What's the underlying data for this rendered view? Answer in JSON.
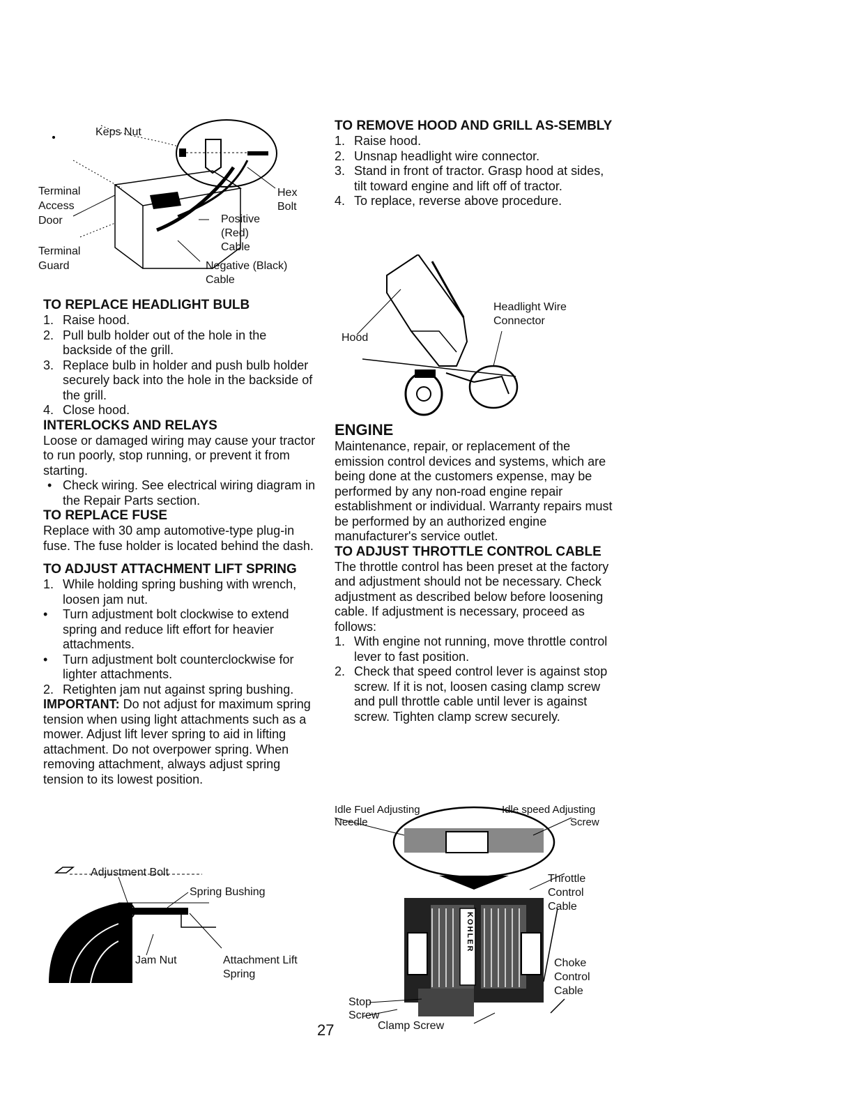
{
  "battery_figure": {
    "keps_nut": "Keps Nut",
    "terminal_access_door": [
      "Terminal",
      "Access",
      "Door"
    ],
    "terminal_guard": [
      "Terminal",
      "Guard"
    ],
    "hex_bolt": [
      "Hex",
      "Bolt"
    ],
    "positive_cable": [
      "Positive",
      "(Red)",
      "Cable"
    ],
    "negative_cable": [
      "Negative (Black)",
      "Cable"
    ]
  },
  "headlight": {
    "heading": "TO REPLACE HEADLIGHT BULB",
    "steps": [
      {
        "n": "1.",
        "text": "Raise hood."
      },
      {
        "n": "2.",
        "text": "Pull bulb holder out of the hole in the backside of the grill."
      },
      {
        "n": "3.",
        "text": "Replace bulb in holder and push bulb holder securely back into the hole in the backside of the grill."
      },
      {
        "n": "4.",
        "text": "Close hood."
      }
    ]
  },
  "interlocks": {
    "heading": "INTERLOCKS AND RELAYS",
    "body": "Loose or damaged wiring may cause your tractor to run poorly, stop running, or prevent it from starting.",
    "bullet": "Check wiring. See electrical wiring diagram in the Repair Parts section."
  },
  "fuse": {
    "heading": "TO REPLACE FUSE",
    "body": "Replace with 30 amp automotive-type plug-in fuse. The fuse holder is located behind the dash."
  },
  "lift_spring": {
    "heading": "TO ADJUST ATTACHMENT LIFT SPRING",
    "step1": "While holding spring bushing with wrench, loosen jam nut.",
    "bullet1": "Turn adjustment bolt clockwise to extend spring and reduce lift effort for heavier attachments.",
    "bullet2": "Turn adjustment bolt counterclockwise for lighter attachments.",
    "step2": "Retighten jam nut against spring bushing.",
    "important_label": "IMPORTANT:",
    "important_text": " Do not adjust for maximum spring tension when using light attachments such as a mower. Adjust lift lever spring to aid in lifting attachment. Do not overpower spring. When removing attachment, always adjust spring tension to its lowest position."
  },
  "spring_figure": {
    "adjustment_bolt": "Adjustment Bolt",
    "spring_bushing": "Spring Bushing",
    "jam_nut": "Jam Nut",
    "attachment_lift_spring": [
      "Attachment Lift",
      "Spring"
    ]
  },
  "hood": {
    "heading": "TO REMOVE HOOD AND GRILL AS-SEMBLY",
    "steps": [
      {
        "n": "1.",
        "text": "Raise hood."
      },
      {
        "n": "2.",
        "text": "Unsnap headlight wire connector."
      },
      {
        "n": "3.",
        "text": "Stand in front of tractor. Grasp hood at sides, tilt toward engine and lift off of tractor."
      },
      {
        "n": "4.",
        "text": "To replace, reverse above procedure."
      }
    ]
  },
  "hood_figure": {
    "hood": "Hood",
    "headlight_wire_connector": [
      "Headlight Wire",
      "Connector"
    ]
  },
  "engine": {
    "heading": "ENGINE",
    "body": "Maintenance, repair, or replacement of the emission control devices and systems, which are being done at the customers expense, may be performed by any non-road engine repair establishment or individual. Warranty repairs must be performed by an authorized engine manufacturer's service outlet."
  },
  "throttle": {
    "heading": "TO ADJUST THROTTLE CONTROL CABLE",
    "body": "The throttle control has been preset at the factory and adjustment should not be necessary. Check adjustment as described below before loosening cable. If adjustment is necessary, proceed as follows:",
    "steps": [
      {
        "n": "1.",
        "text": "With engine not running, move throttle control lever to fast position."
      },
      {
        "n": "2.",
        "text": "Check that speed control lever is against stop screw. If it is not, loosen casing clamp screw and pull throttle cable until lever is against screw. Tighten clamp screw securely."
      }
    ]
  },
  "engine_figure": {
    "idle_fuel": [
      "Idle Fuel Adjusting",
      "Needle"
    ],
    "idle_speed": [
      "Idle speed Adjusting",
      "Screw"
    ],
    "throttle_cable": [
      "Throttle",
      "Control",
      "Cable"
    ],
    "choke_cable": [
      "Choke",
      "Control",
      "Cable"
    ],
    "stop_screw": [
      "Stop",
      "Screw"
    ],
    "clamp_screw": "Clamp Screw",
    "brand": "KOHLER"
  },
  "page_number": "27"
}
